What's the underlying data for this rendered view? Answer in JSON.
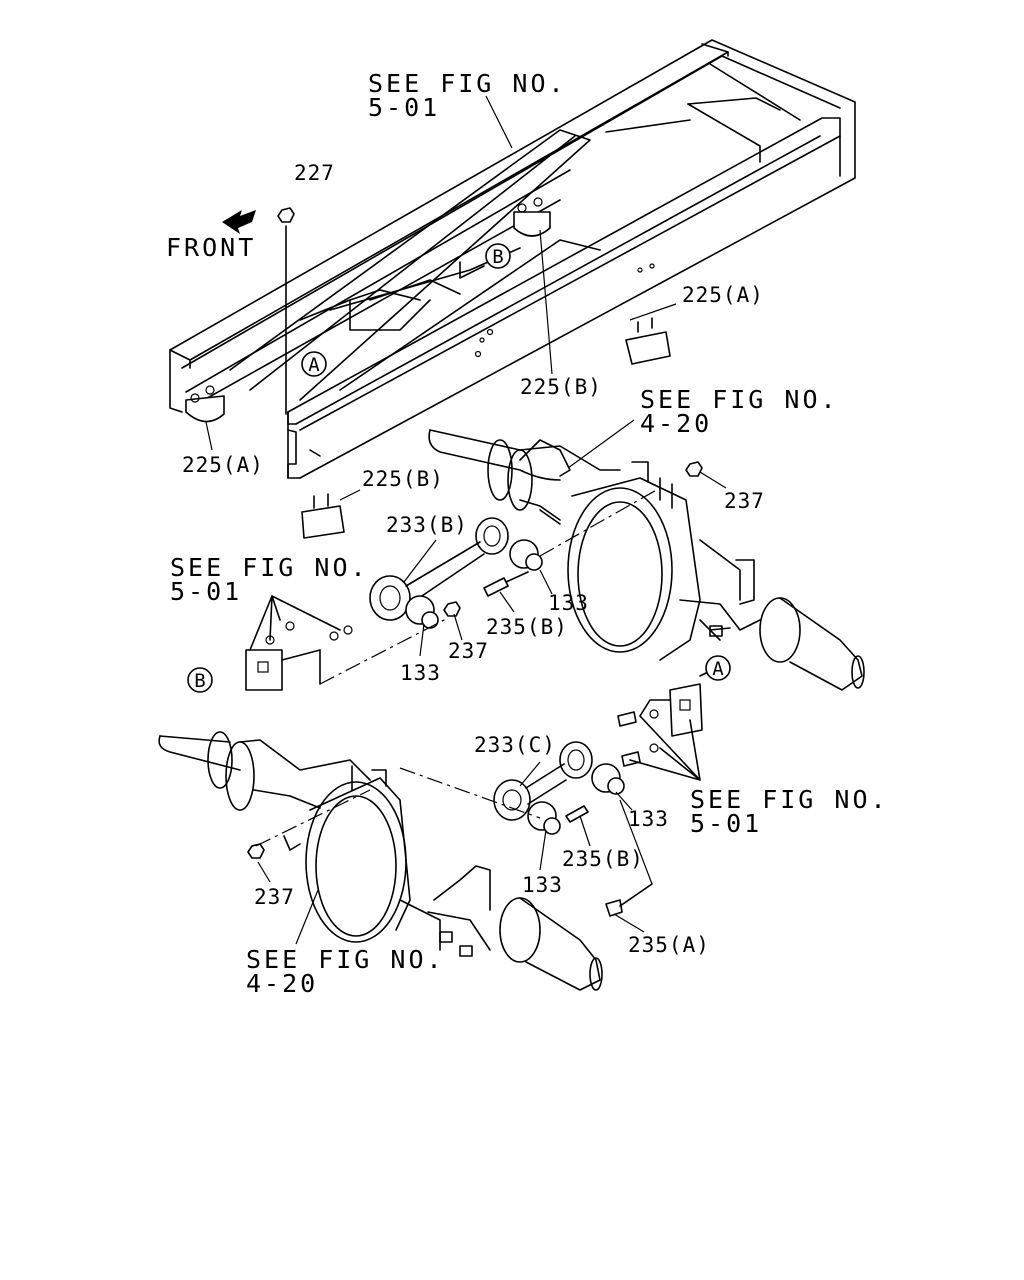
{
  "callouts": {
    "frame_ref_top": {
      "line1": "SEE FIG NO.",
      "line2": "5-01"
    },
    "axle_ref_upper": {
      "line1": "SEE FIG NO.",
      "line2": "4-20"
    },
    "frame_ref_left": {
      "line1": "SEE FIG NO.",
      "line2": "5-01"
    },
    "frame_ref_right": {
      "line1": "SEE FIG NO.",
      "line2": "5-01"
    },
    "axle_ref_lower": {
      "line1": "SEE FIG NO.",
      "line2": "4-20"
    }
  },
  "direction_label": "FRONT",
  "part_labels": {
    "p227": "227",
    "p225a_right": "225(A)",
    "p225b_top": "225(B)",
    "p225a_left": "225(A)",
    "p225b_lower": "225(B)",
    "p237_upper_right": "237",
    "p233b": "233(B)",
    "p133_upper_right": "133",
    "p235b_upper": "235(B)",
    "p237_upper_mid": "237",
    "p133_upper_left": "133",
    "p233c": "233(C)",
    "p133_lower_right": "133",
    "p235b_lower": "235(B)",
    "p133_lower_left": "133",
    "p237_lower": "237",
    "p235a": "235(A)"
  },
  "reference_markers": {
    "a_frame": "A",
    "b_frame": "B",
    "b_bracket": "B",
    "a_bracket": "A"
  },
  "icons": {
    "front_arrow": "front-direction-arrow-icon"
  }
}
